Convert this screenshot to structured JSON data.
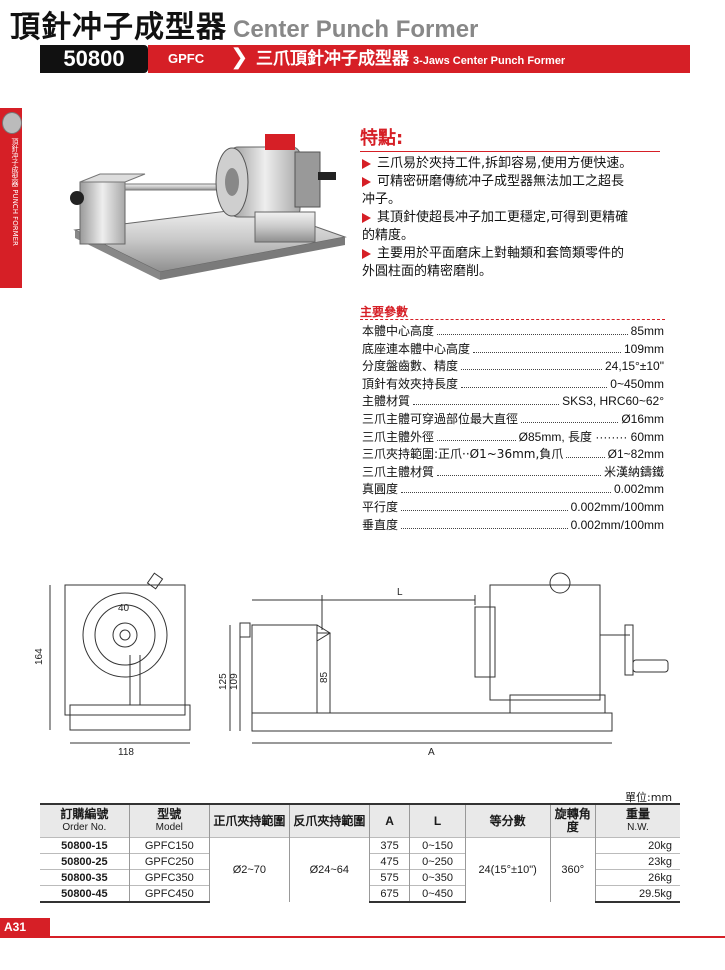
{
  "header": {
    "title_cn": "頂針冲子成型器",
    "title_en": "Center Punch Former"
  },
  "bar": {
    "code": "50800",
    "model": "GPFC",
    "subtitle_cn": "三爪頂針冲子成型器",
    "subtitle_en": "3-Jaws Center Punch Former"
  },
  "side_tab": "頂針冲子成型器 PUNCH FORMER",
  "features": {
    "heading": "特點:",
    "items": [
      [
        "三爪易於夾持工件,拆卸容易,使用方便快速。"
      ],
      [
        "可精密研磨傳統冲子成型器無法加工之超長",
        "冲子。"
      ],
      [
        "其頂針使超長冲子加工更穩定,可得到更精確",
        "的精度。"
      ],
      [
        "主要用於平面磨床上對軸類和套筒類零件的",
        "外圓柱面的精密磨削。"
      ]
    ]
  },
  "specs": {
    "heading": "主要參數",
    "rows": [
      {
        "label": "本體中心高度",
        "value": "85mm"
      },
      {
        "label": "底座連本體中心高度",
        "value": "109mm"
      },
      {
        "label": "分度盤齒數、精度",
        "value": "24,15°±10\""
      },
      {
        "label": "頂針有效夾持長度",
        "value": "0~450mm"
      },
      {
        "label": "主體材質",
        "value": "SKS3, HRC60~62°"
      },
      {
        "label": "三爪主體可穿過部位最大直徑",
        "value": "Ø16mm"
      },
      {
        "label": "三爪主體外徑",
        "value": "Ø85mm, 長度 ········ 60mm"
      },
      {
        "label": "三爪夾持範圍:正爪··Ø1~36mm,負爪",
        "value": "Ø1~82mm"
      },
      {
        "label": "三爪主體材質",
        "value": "米漢納鑄鐵"
      },
      {
        "label": "真圓度",
        "value": "0.002mm"
      },
      {
        "label": "平行度",
        "value": "0.002mm/100mm"
      },
      {
        "label": "垂直度",
        "value": "0.002mm/100mm"
      }
    ]
  },
  "drawing": {
    "dim_164": "164",
    "dim_118": "118",
    "dim_40": "40",
    "dim_125": "125",
    "dim_109": "109",
    "dim_85": "85",
    "dim_L": "L",
    "dim_A": "A"
  },
  "table": {
    "unit": "單位:mm",
    "headers": [
      {
        "cn": "訂購編號",
        "en": "Order No."
      },
      {
        "cn": "型號",
        "en": "Model"
      },
      {
        "cn": "正爪夾持範圍",
        "en": ""
      },
      {
        "cn": "反爪夾持範圍",
        "en": ""
      },
      {
        "cn": "A",
        "en": ""
      },
      {
        "cn": "L",
        "en": ""
      },
      {
        "cn": "等分數",
        "en": ""
      },
      {
        "cn": "旋轉角度",
        "en": ""
      },
      {
        "cn": "重量",
        "en": "N.W."
      }
    ],
    "rows": [
      {
        "order": "50800-15",
        "model": "GPFC150",
        "A": "375",
        "L": "0~150",
        "weight": "20kg"
      },
      {
        "order": "50800-25",
        "model": "GPFC250",
        "A": "475",
        "L": "0~250",
        "weight": "23kg"
      },
      {
        "order": "50800-35",
        "model": "GPFC350",
        "A": "575",
        "L": "0~350",
        "weight": "26kg"
      },
      {
        "order": "50800-45",
        "model": "GPFC450",
        "A": "675",
        "L": "0~450",
        "weight": "29.5kg"
      }
    ],
    "shared": {
      "pos_jaw": "Ø2~70",
      "neg_jaw": "Ø24~64",
      "divisions": "24(15°±10\")",
      "rotation": "360°"
    }
  },
  "page_number": "A31",
  "colors": {
    "accent": "#d61f26",
    "dark": "#111111"
  }
}
